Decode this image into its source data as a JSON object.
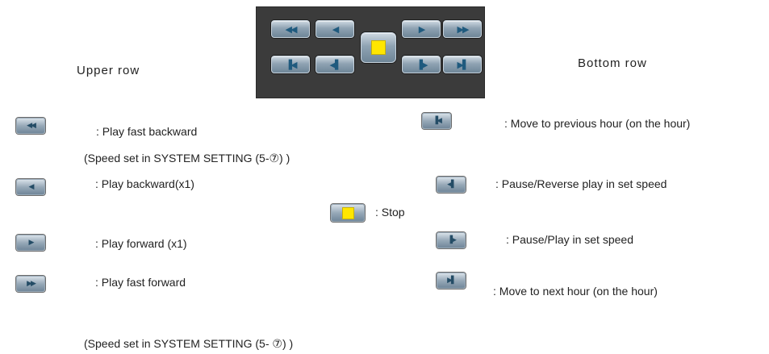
{
  "headings": {
    "upper_row": "Upper row",
    "bottom_row": "Bottom row"
  },
  "panel": {
    "buttons": [
      {
        "name": "fast-backward",
        "glyph": "◀◀"
      },
      {
        "name": "backward",
        "glyph": "◀"
      },
      {
        "name": "stop",
        "glyph": ""
      },
      {
        "name": "forward",
        "glyph": "▶"
      },
      {
        "name": "fast-forward",
        "glyph": "▶▶"
      },
      {
        "name": "previous-hour",
        "glyph": "▐◀"
      },
      {
        "name": "pause-reverse",
        "glyph": "◀▌"
      },
      {
        "name": "pause-play",
        "glyph": "▐▶"
      },
      {
        "name": "next-hour",
        "glyph": "▶▌"
      }
    ]
  },
  "upper": {
    "fast_backward": ": Play fast backward",
    "fast_backward_note": "(Speed set   in SYSTEM SETTING (5-⑦) )",
    "backward": ": Play backward(x1)",
    "forward": ": Play forward (x1)",
    "fast_forward": ": Play fast forward",
    "speed_note": "(Speed set in SYSTEM SETTING (5- ⑦) )"
  },
  "stop": {
    "label": ": Stop"
  },
  "bottom": {
    "previous_hour": ": Move to previous hour (on the hour)",
    "pause_reverse": ": Pause/Reverse play in set speed",
    "pause_play": ": Pause/Play in set speed",
    "next_hour": ": Move to next hour (on the hour)"
  },
  "colors": {
    "panel_bg": "#3b3b3b",
    "button_blue": "#8fa3b3",
    "stop_yellow": "#ffe600"
  },
  "icons": {
    "fast_backward": "fast-backward-icon",
    "backward": "backward-icon",
    "stop": "stop-icon",
    "forward": "forward-icon",
    "fast_forward": "fast-forward-icon",
    "previous_hour": "previous-hour-icon",
    "pause_reverse": "pause-reverse-icon",
    "pause_play": "pause-play-icon",
    "next_hour": "next-hour-icon"
  }
}
